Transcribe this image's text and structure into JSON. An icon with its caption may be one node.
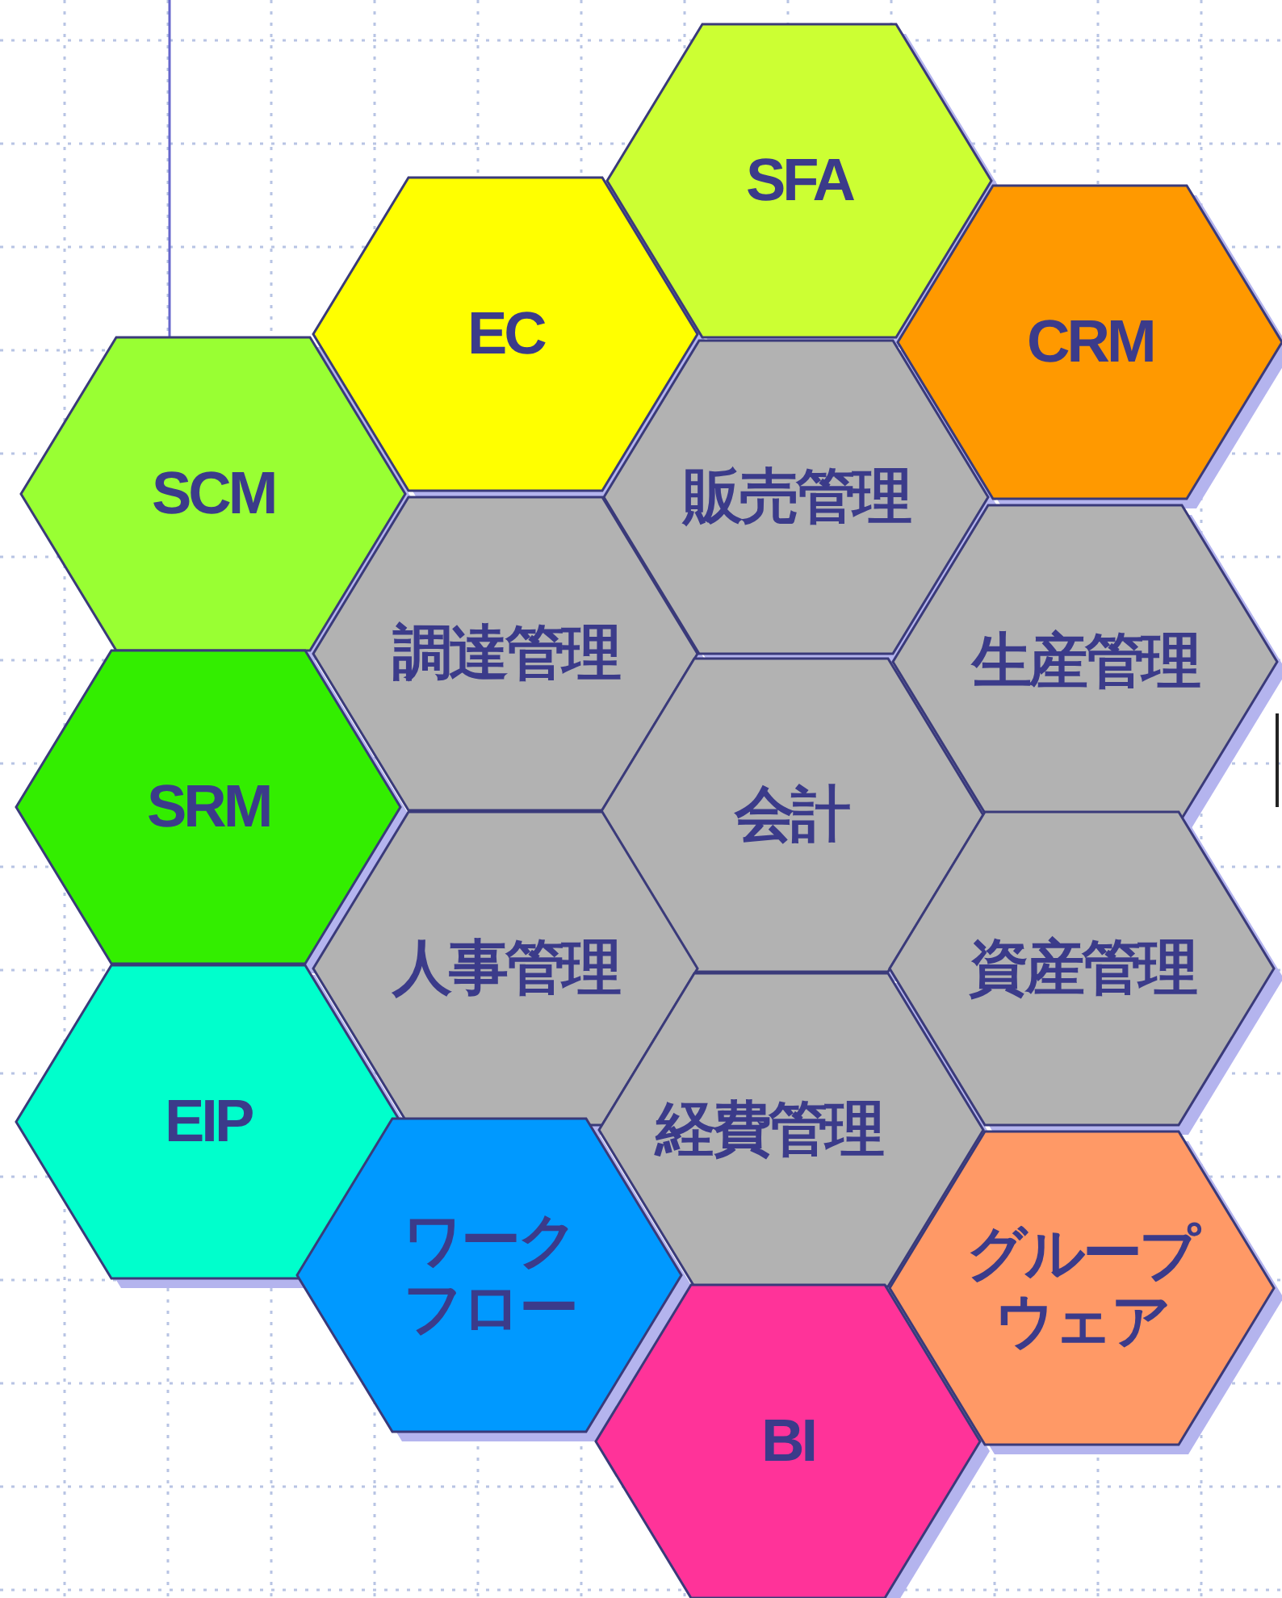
{
  "diagram": {
    "nodes": [
      {
        "text": [
          "SFA"
        ]
      },
      {
        "text": [
          "EC"
        ]
      },
      {
        "text": [
          "CRM"
        ]
      },
      {
        "text": [
          "SCM"
        ]
      },
      {
        "text": [
          "販売管理"
        ]
      },
      {
        "text": [
          "調達管理"
        ]
      },
      {
        "text": [
          "生産管理"
        ]
      },
      {
        "text": [
          "SRM"
        ]
      },
      {
        "text": [
          "会計"
        ]
      },
      {
        "text": [
          "人事管理"
        ]
      },
      {
        "text": [
          "資産管理"
        ]
      },
      {
        "text": [
          "EIP"
        ]
      },
      {
        "text": [
          "経費管理"
        ]
      },
      {
        "text": [
          "ワークフロー"
        ]
      },
      {
        "text": [
          "グループウェア"
        ]
      },
      {
        "text": [
          "BI"
        ]
      }
    ]
  }
}
